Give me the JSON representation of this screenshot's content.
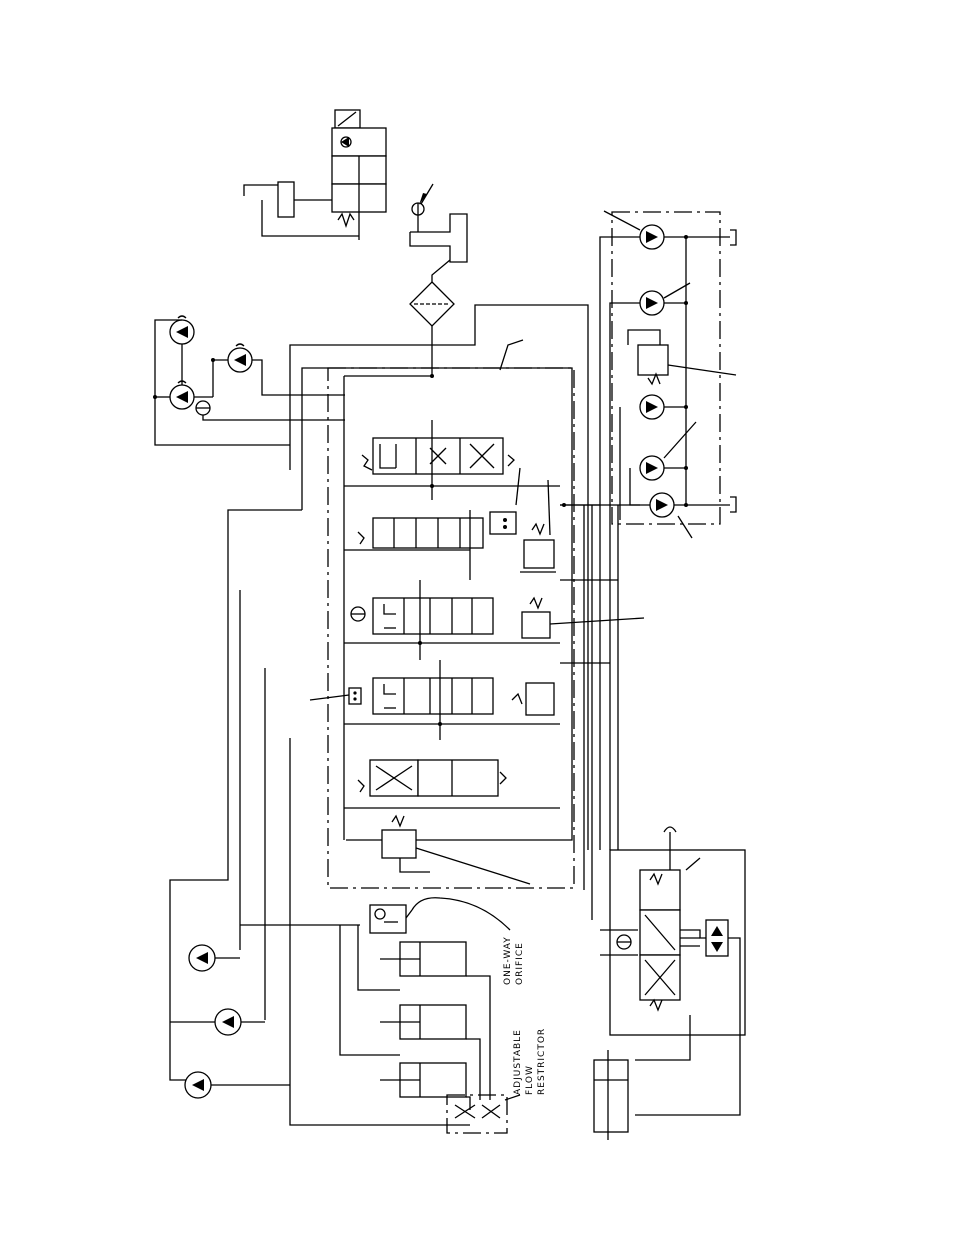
{
  "diagram": {
    "labels": {
      "one_way_orifice_line1": "ONE-WAY",
      "one_way_orifice_line2": "ORIFICE",
      "adjustable_flow_restrictor_line1": "ADJUSTABLE",
      "adjustable_flow_restrictor_line2": "FLOW",
      "adjustable_flow_restrictor_line3": "RESTRICTOR"
    },
    "colors": {
      "ink": "#000000",
      "paper": "#ffffff"
    }
  }
}
